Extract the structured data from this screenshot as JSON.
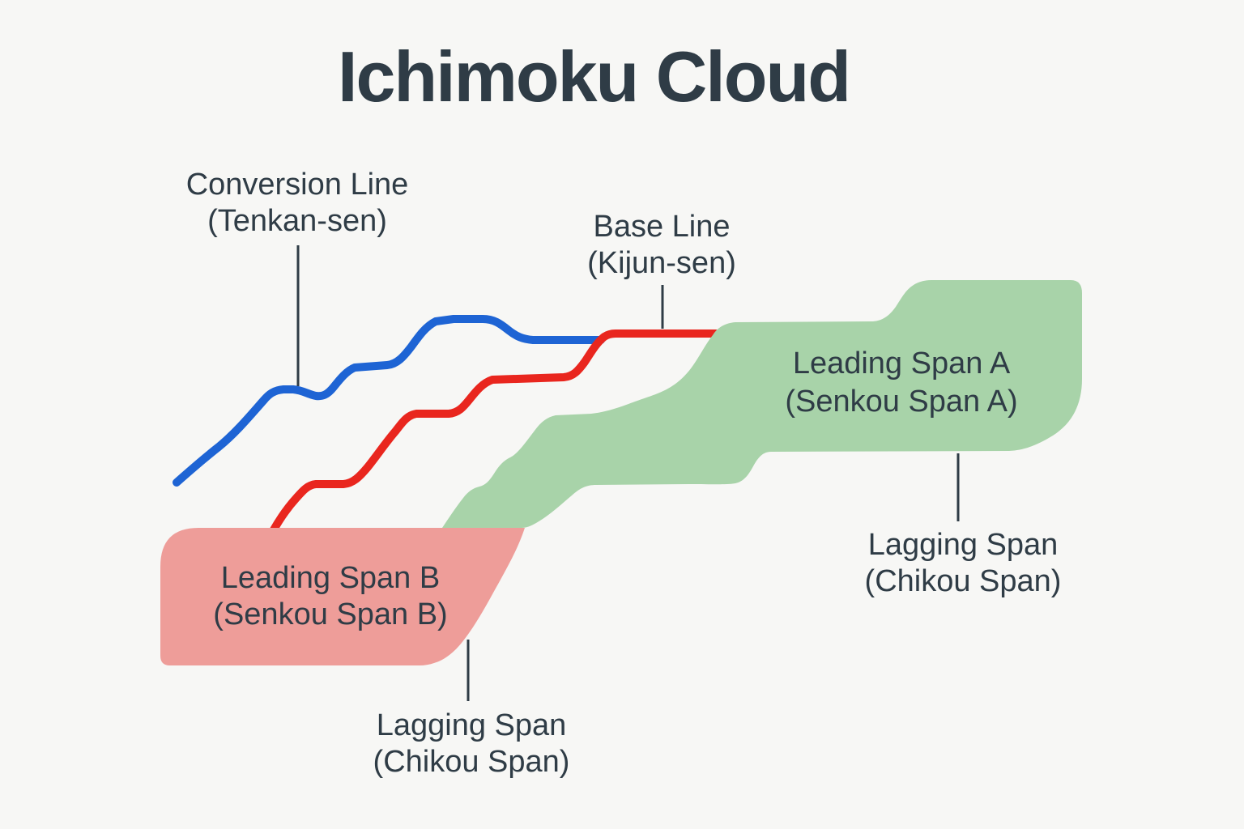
{
  "title": "Ichimoku Cloud",
  "labels": {
    "conversion": {
      "line1": "Conversion Line",
      "line2": "(Tenkan-sen)"
    },
    "base": {
      "line1": "Base Line",
      "line2": "(Kijun-sen)"
    },
    "leading_span_a": {
      "line1": "Leading Span A",
      "line2": "(Senkou Span A)"
    },
    "leading_span_b": {
      "line1": "Leading Span B",
      "line2": "(Senkou Span B)"
    },
    "lagging_bottom": {
      "line1": "Lagging Span",
      "line2": "(Chikou Span)"
    },
    "lagging_right": {
      "line1": "Lagging Span",
      "line2": "(Chikou Span)"
    }
  },
  "colors": {
    "background": "#f7f7f5",
    "text": "#2f3c46",
    "conversion_line_blue": "#1e64d4",
    "base_line_red": "#e9261e",
    "leading_span_a_green": "#a8d3a9",
    "leading_span_b_pink": "#ee9d99",
    "pointer_line": "#2f3c46"
  }
}
